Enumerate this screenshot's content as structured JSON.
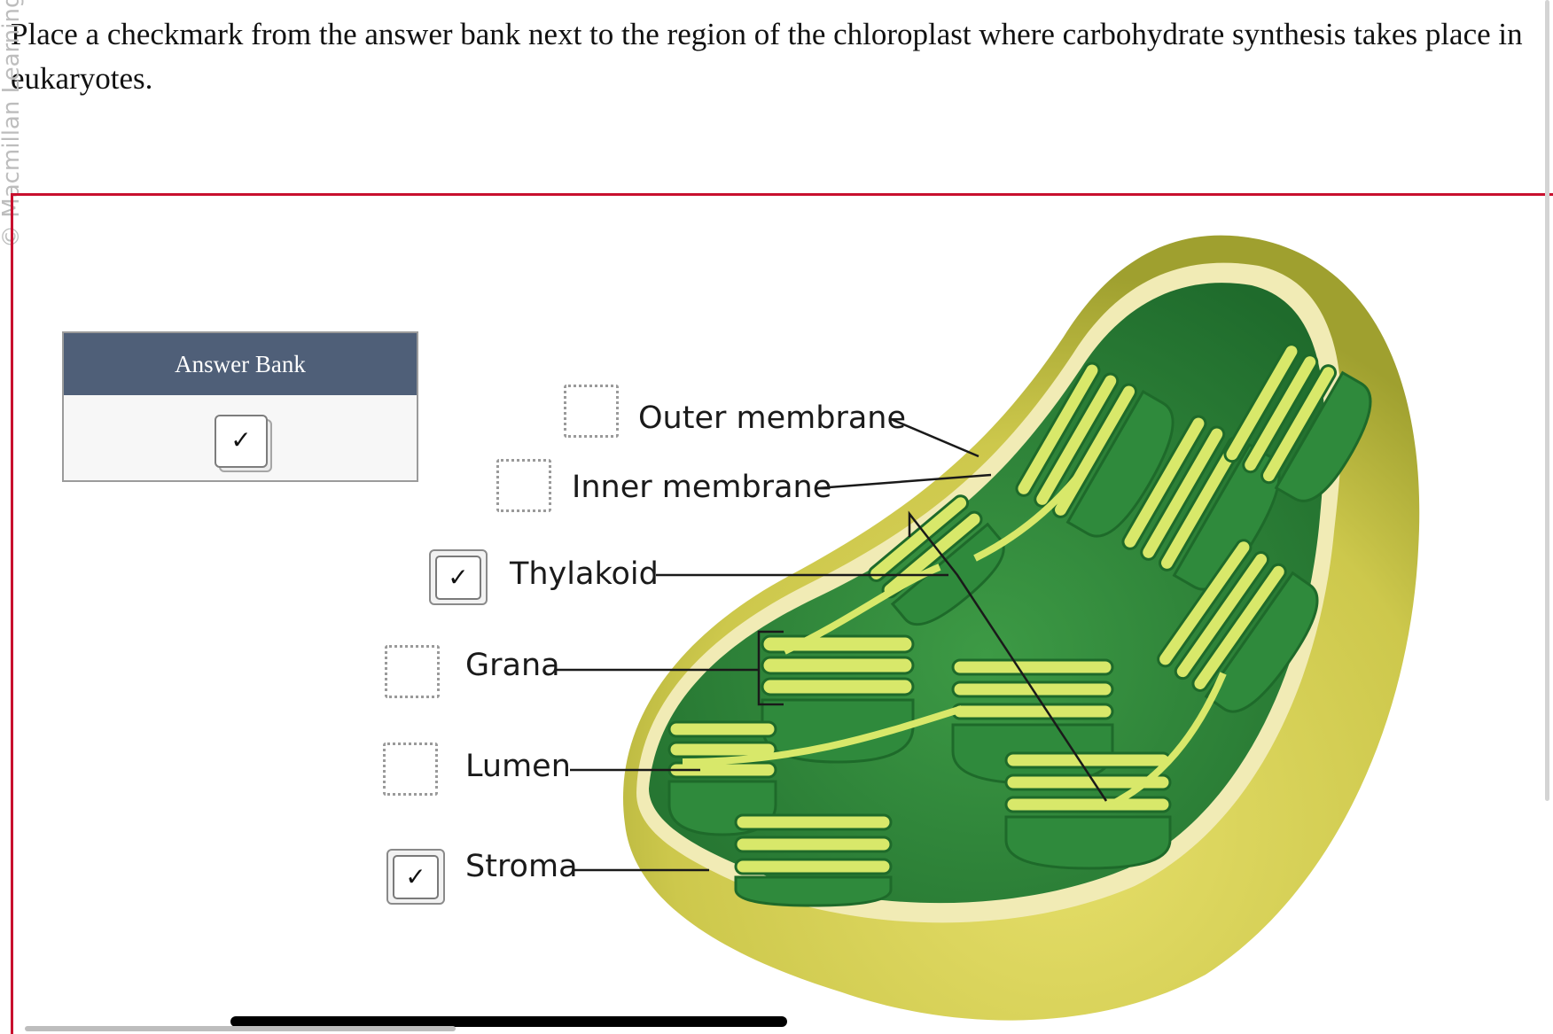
{
  "question": {
    "text": "Place a checkmark from the answer bank next to the region of the chloroplast where carbohydrate synthesis takes place in eukaryotes."
  },
  "watermark": "© Macmillan Learning",
  "answer_bank": {
    "title": "Answer Bank",
    "token": "✓"
  },
  "labels": [
    {
      "id": "outer",
      "text": "Outer membrane",
      "checked": false
    },
    {
      "id": "inner",
      "text": "Inner membrane",
      "checked": false
    },
    {
      "id": "thylakoid",
      "text": "Thylakoid",
      "checked": true
    },
    {
      "id": "grana",
      "text": "Grana",
      "checked": false
    },
    {
      "id": "lumen",
      "text": "Lumen",
      "checked": false
    },
    {
      "id": "stroma",
      "text": "Stroma",
      "checked": true
    }
  ],
  "check_symbol": "✓",
  "colors": {
    "outer_yellow": "#d8d35a",
    "stroma_green": "#2f8a3c",
    "thylakoid_light": "#d8e86a",
    "header_slate": "#4f5f78",
    "frame_red": "#c8102e"
  }
}
